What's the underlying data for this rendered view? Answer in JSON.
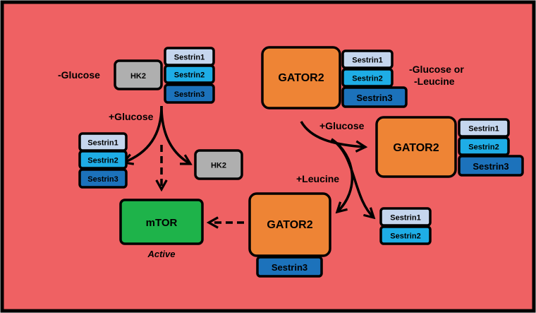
{
  "colors": {
    "background": "#EF6163",
    "border": "#000000",
    "hk2": "#AFAFAF",
    "gator2": "#EE8435",
    "mtor": "#1EB34A",
    "sestrin1": "#C5D6EE",
    "sestrin2": "#1EADE6",
    "sestrin3": "#1C72BB"
  },
  "nodes": {
    "hk2_top": "HK2",
    "hk2_right": "HK2",
    "gator2_top": "GATOR2",
    "gator2_right": "GATOR2",
    "gator2_bottom": "GATOR2",
    "mtor": "mTOR"
  },
  "sestrin": {
    "s1": "Sestrin1",
    "s2": "Sestrin2",
    "s3": "Sestrin3"
  },
  "labels": {
    "minus_glucose": "-Glucose",
    "minus_glucose_or": "-Glucose or",
    "minus_leucine": "-Leucine",
    "plus_glucose_left": "+Glucose",
    "plus_glucose_right": "+Glucose",
    "plus_leucine": "+Leucine",
    "active": "Active"
  },
  "icons": {
    "arrows": "arrow-icon"
  }
}
